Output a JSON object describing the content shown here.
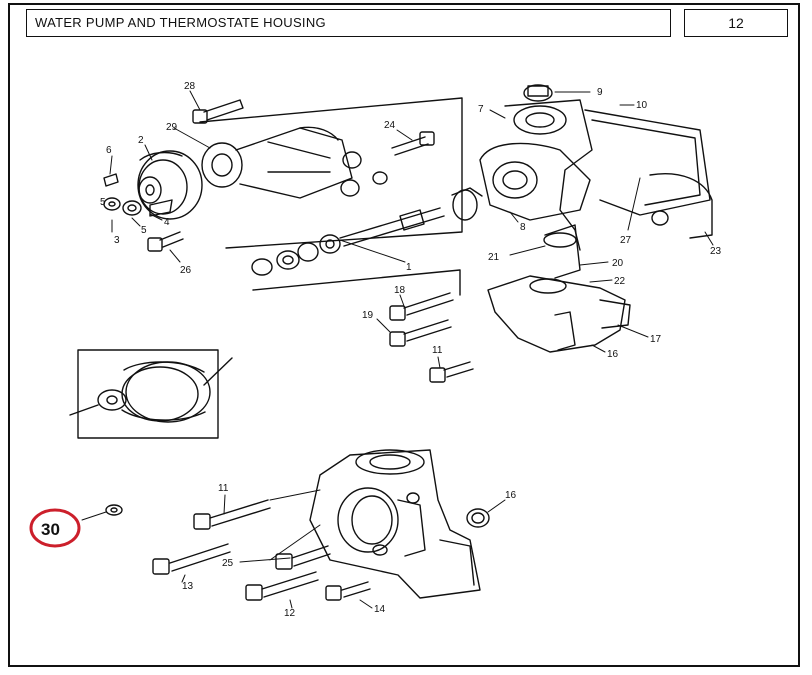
{
  "header": {
    "title": "WATER PUMP AND THERMOSTATE HOUSING",
    "page_number": "12"
  },
  "highlight": {
    "label": "30",
    "circle_color": "#cc1f2b"
  },
  "labels": {
    "l28": "28",
    "l29": "29",
    "l2": "2",
    "l6": "6",
    "l5a": "5",
    "l3": "3",
    "l5b": "5",
    "l4": "4",
    "l26": "26",
    "l24": "24",
    "l1": "1",
    "l7": "7",
    "l9": "9",
    "l10": "10",
    "l8": "8",
    "l21": "21",
    "l27": "27",
    "l23": "23",
    "l20": "20",
    "l22": "22",
    "l18": "18",
    "l19": "19",
    "l17": "17",
    "l16a": "16",
    "l11a": "11",
    "l11b": "11",
    "l16b": "16",
    "l13": "13",
    "l25": "25",
    "l12": "12",
    "l14": "14"
  }
}
